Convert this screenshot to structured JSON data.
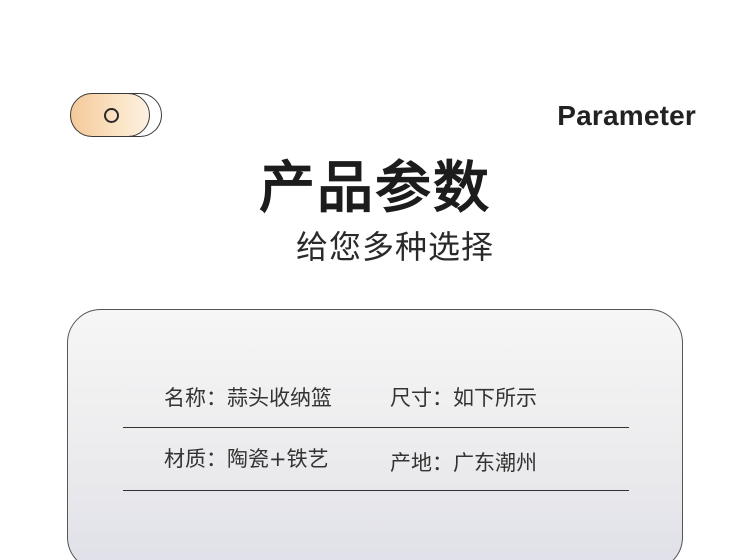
{
  "header": {
    "parameter_label": "Parameter",
    "title": "产品参数",
    "subtitle": "给您多种选择"
  },
  "specs": {
    "row1": {
      "left": "名称：蒜头收纳篮",
      "right": "尺寸：如下所示"
    },
    "row2": {
      "left": "材质：陶瓷+铁艺",
      "right": "产地：广东潮州"
    }
  },
  "colors": {
    "badge_gradient_start": "#f4c99a",
    "badge_gradient_end": "#fdf1e2",
    "card_top": "#f6f6f6",
    "card_bottom": "#dfe0e8",
    "text_dark": "#1c1c1c"
  }
}
